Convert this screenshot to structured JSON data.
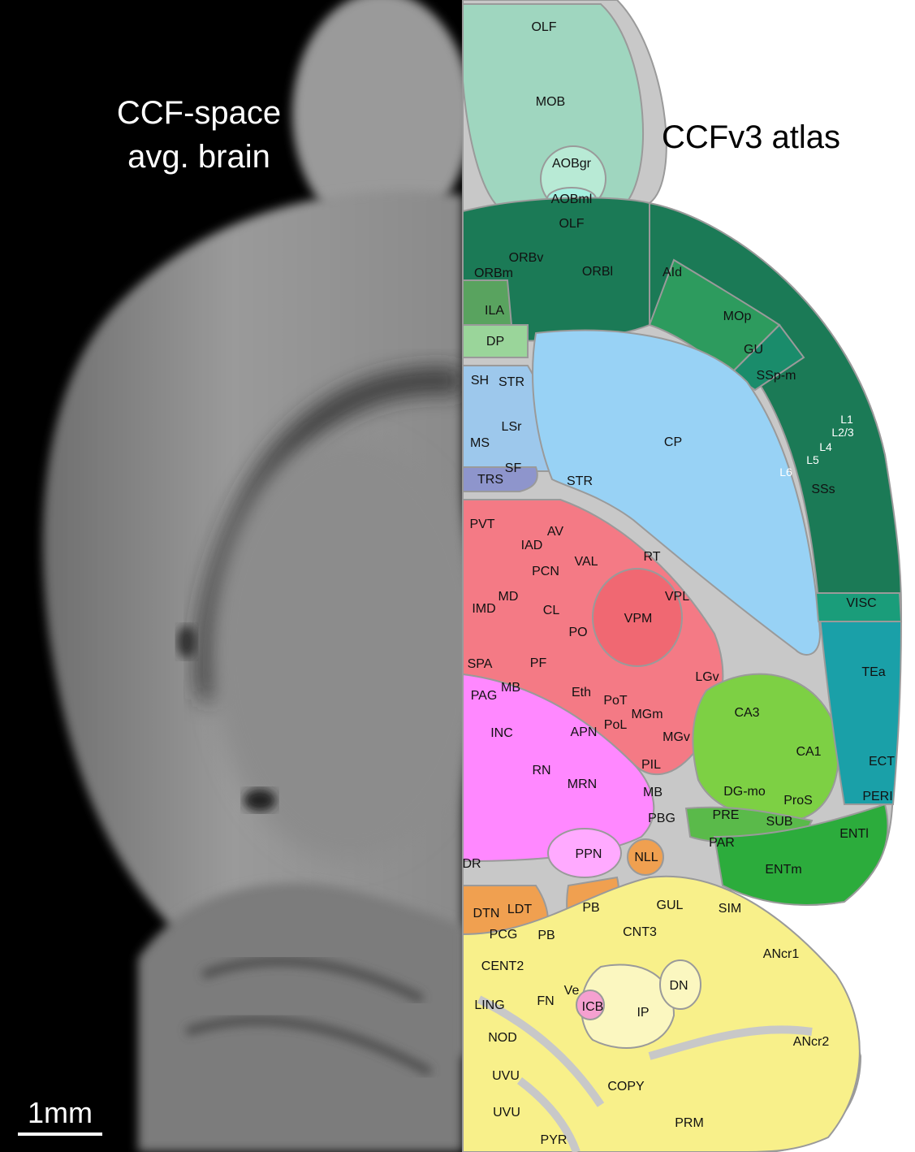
{
  "left_panel": {
    "title_line1": "CCF-space",
    "title_line2": "avg. brain",
    "scale_bar_label": "1mm"
  },
  "right_panel": {
    "title": "CCFv3 atlas"
  },
  "region_labels": [
    "OLF",
    "MOB",
    "AOBgr",
    "AOBml",
    "OLF",
    "ORBv",
    "ORBm",
    "ORBl",
    "AId",
    "ILA",
    "MOp",
    "DP",
    "GU",
    "SSp-m",
    "SH",
    "STR",
    "LSr",
    "MS",
    "SF",
    "TRS",
    "STR",
    "CP",
    "L1",
    "L2/3",
    "L4",
    "L5",
    "L6",
    "SSs",
    "PVT",
    "AV",
    "IAD",
    "RT",
    "VAL",
    "PCN",
    "VPL",
    "MD",
    "IMD",
    "CL",
    "VPM",
    "PO",
    "VISC",
    "TEa",
    "SPA",
    "PF",
    "LGv",
    "PAG",
    "MB",
    "Eth",
    "PoT",
    "MGm",
    "CA3",
    "INC",
    "APN",
    "PoL",
    "MGv",
    "CA1",
    "ECT",
    "RN",
    "PIL",
    "MRN",
    "MB",
    "DG-mo",
    "ProS",
    "PERI",
    "PBG",
    "PRE",
    "SUB",
    "ENTl",
    "PAR",
    "DR",
    "PPN",
    "NLL",
    "ENTm",
    "DTN",
    "LDT",
    "PB",
    "GUL",
    "SIM",
    "PCG",
    "PB",
    "CNT3",
    "ANcr1",
    "CENT2",
    "DN",
    "Ve",
    "FN",
    "LING",
    "ICB",
    "IP",
    "NOD",
    "ANcr2",
    "UVU",
    "COPY",
    "UVU",
    "PRM",
    "PYR"
  ],
  "colors": {
    "olfactory": "#9fd6bf",
    "isocortex_dark": "#1b7a56",
    "isocortex_mid": "#2d9b5e",
    "striatum_light": "#9dd0f0",
    "caudoputamen": "#98d2f5",
    "thalamus": "#f47a85",
    "midbrain": "#ff88ff",
    "hippocampus": "#7dd044",
    "entorhinal": "#2cac3c",
    "temporal": "#1aa0a8",
    "pons": "#f0a050",
    "cerebellum": "#f8f08a",
    "fiber": "#c8c8c8"
  }
}
